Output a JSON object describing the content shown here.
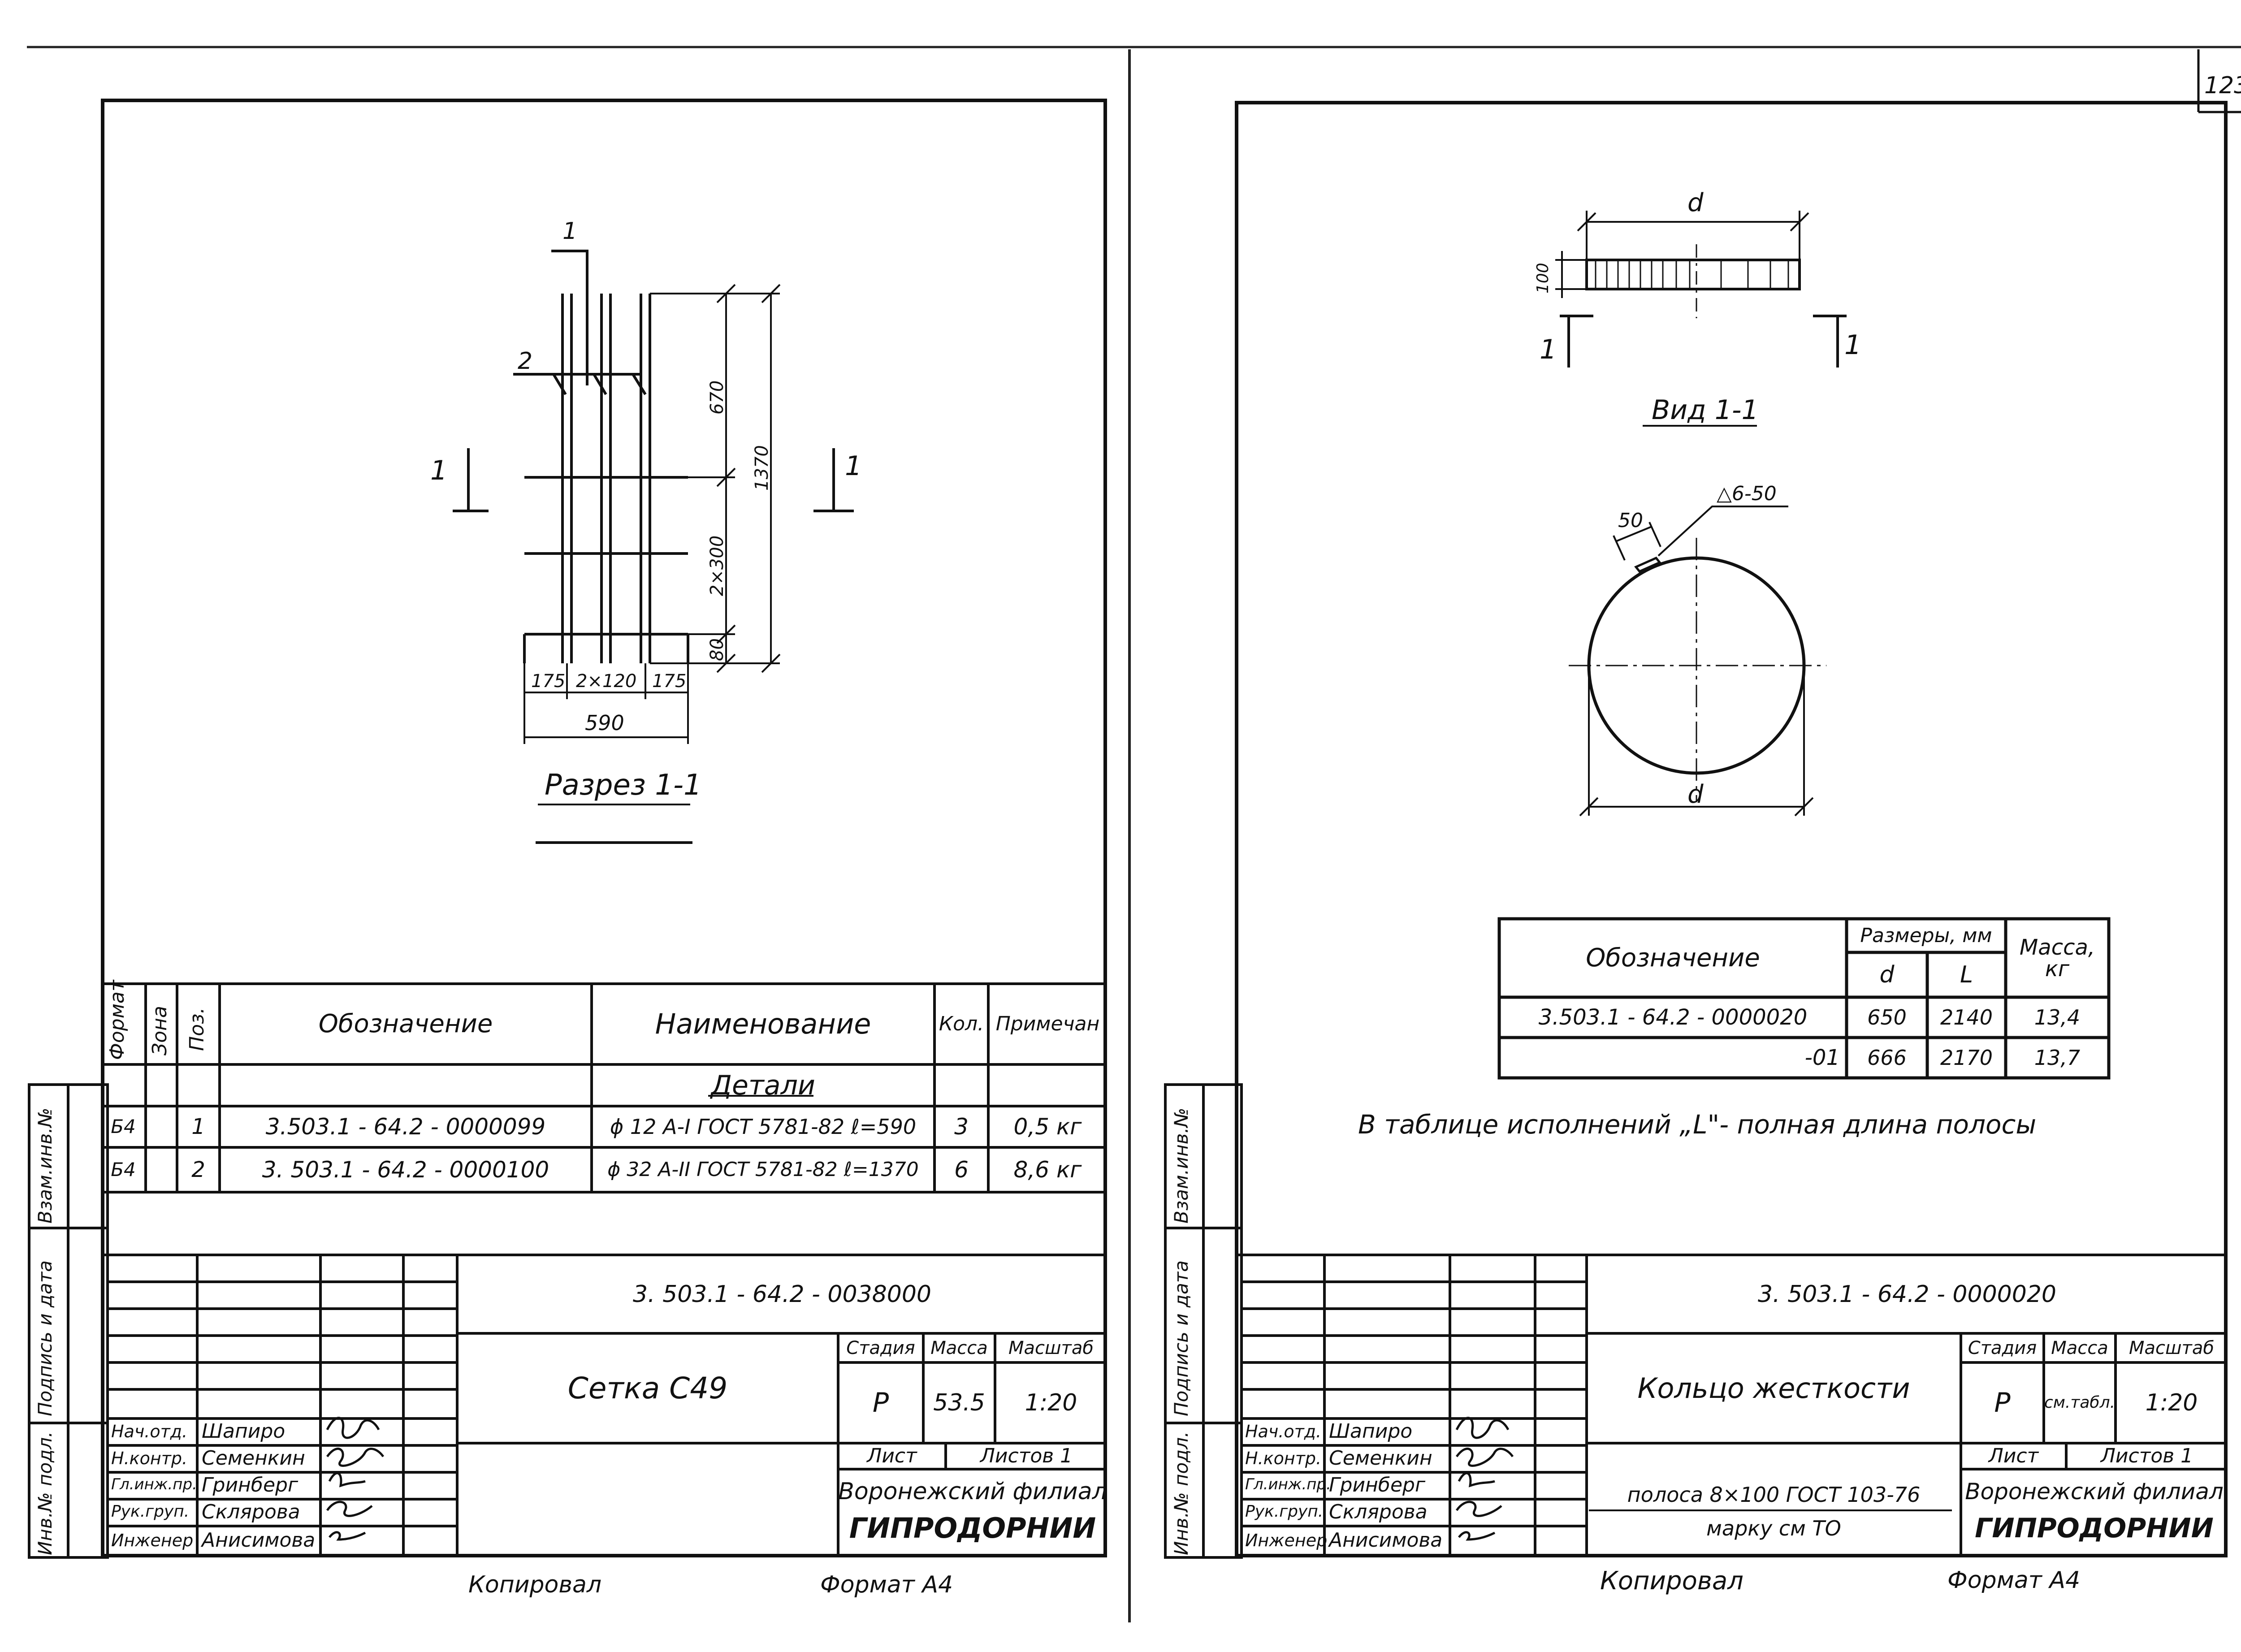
{
  "page_number": "123",
  "left_sheet": {
    "section_title": "Разрез 1-1",
    "section_marker": "1",
    "callout_1": "1",
    "callout_2": "2",
    "dims": {
      "d670": "670",
      "d1370": "1370",
      "d2x300": "2×300",
      "d80": "80",
      "d175a": "175",
      "d2x120": "2×120",
      "d175b": "175",
      "d590": "590"
    },
    "spec_table": {
      "headers": {
        "format": "Формат",
        "zone": "Зона",
        "pos": "Поз.",
        "designation": "Обозначение",
        "name": "Наименование",
        "qty": "Кол.",
        "note": "Примечан"
      },
      "group": "Детали",
      "rows": [
        {
          "format": "Б4",
          "pos": "1",
          "designation": "3.503.1 - 64.2 - 0000099",
          "name": "ϕ 12 А-I  ГОСТ 5781-82  ℓ=590",
          "qty": "3",
          "note": "0,5 кг"
        },
        {
          "format": "Б4",
          "pos": "2",
          "designation": "3. 503.1 - 64.2 - 0000100",
          "name": "ϕ 32 А-II  ГОСТ 5781-82  ℓ=1370",
          "qty": "6",
          "note": "8,6 кг"
        }
      ]
    },
    "title_block": {
      "doc_code": "3. 503.1 - 64.2 - 0038000",
      "title": "Сетка   С49",
      "stage_label": "Стадия",
      "mass_label": "Масса",
      "scale_label": "Масштаб",
      "stage": "Р",
      "mass": "53.5",
      "scale": "1:20",
      "sheet_label": "Лист",
      "sheets_label": "Листов 1",
      "org_line1": "Воронежский филиал",
      "org_line2": "ГИПРОДОРНИИ",
      "people": [
        {
          "role": "Нач.отд.",
          "name": "Шапиро"
        },
        {
          "role": "Н.контр.",
          "name": "Семенкин"
        },
        {
          "role": "Гл.инж.пр.",
          "name": "Гринберг"
        },
        {
          "role": "Рук.груп.",
          "name": "Склярова"
        },
        {
          "role": "Инженер",
          "name": "Анисимова"
        }
      ]
    },
    "side_stamp": {
      "a": "Инв.№ подл.",
      "b": "Подпись и дата",
      "c": "Взам.инв.№"
    },
    "footer": {
      "copied": "Копировал",
      "format": "Формат А4"
    }
  },
  "right_sheet": {
    "view_title": "Вид 1-1",
    "section_marker": "1",
    "dims": {
      "d_top": "d",
      "d_bottom": "d",
      "h100": "100",
      "w50": "50",
      "weld": "△6-50"
    },
    "size_table": {
      "headers": {
        "designation": "Обозначение",
        "sizes": "Размеры, мм",
        "d": "d",
        "L": "L",
        "mass": "Масса, кг"
      },
      "rows": [
        {
          "designation": "3.503.1 - 64.2 - 0000020",
          "d": "650",
          "L": "2140",
          "mass": "13,4"
        },
        {
          "designation": "-01",
          "d": "666",
          "L": "2170",
          "mass": "13,7"
        }
      ]
    },
    "note": "В таблице исполнений „L\"- полная длина полосы",
    "title_block": {
      "doc_code": "3. 503.1 - 64.2 - 0000020",
      "title": "Кольцо жесткости",
      "material_line1": "полоса 8×100 ГОСТ 103-76",
      "material_line2": "марку см ТО",
      "stage_label": "Стадия",
      "mass_label": "Масса",
      "scale_label": "Масштаб",
      "stage": "Р",
      "mass": "см.табл.",
      "scale": "1:20",
      "sheet_label": "Лист",
      "sheets_label": "Листов 1",
      "org_line1": "Воронежский филиал",
      "org_line2": "ГИПРОДОРНИИ",
      "people": [
        {
          "role": "Нач.отд.",
          "name": "Шапиро"
        },
        {
          "role": "Н.контр.",
          "name": "Семенкин"
        },
        {
          "role": "Гл.инж.пр.",
          "name": "Гринберг"
        },
        {
          "role": "Рук.груп.",
          "name": "Склярова"
        },
        {
          "role": "Инженер",
          "name": "Анисимова"
        }
      ]
    },
    "side_stamp": {
      "a": "Инв.№ подл.",
      "b": "Подпись и дата",
      "c": "Взам.инв.№"
    },
    "footer": {
      "copied": "Копировал",
      "format": "Формат А4"
    }
  }
}
